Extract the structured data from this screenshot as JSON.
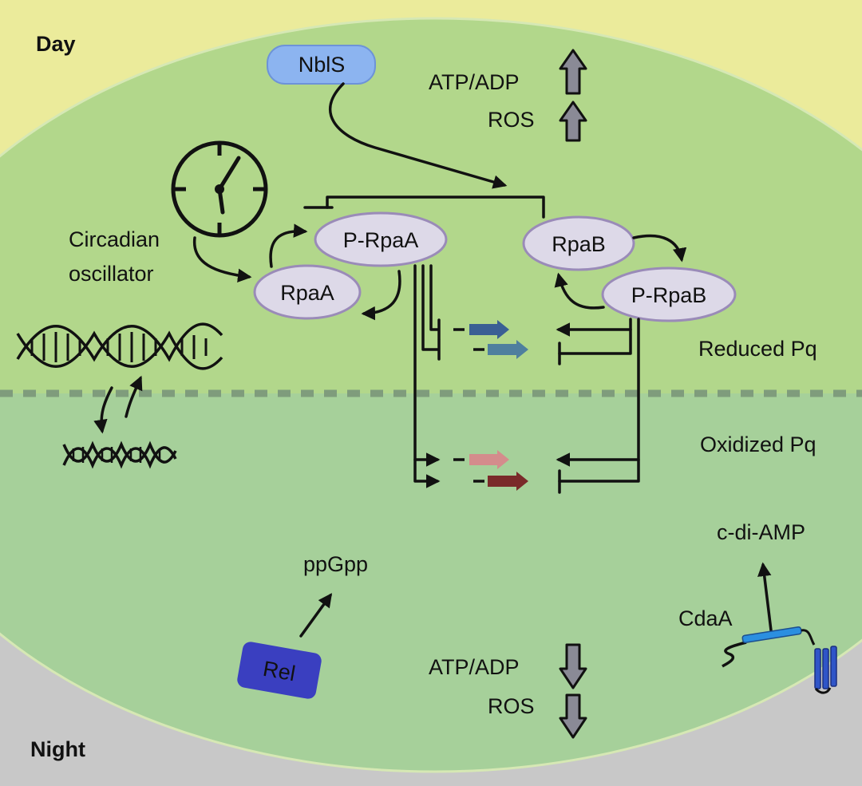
{
  "regions": {
    "day_label": "Day",
    "night_label": "Night",
    "reduced_label": "Reduced Pq",
    "oxidized_label": "Oxidized Pq"
  },
  "nodes": {
    "nbls": "NblS",
    "p_rpaa": "P-RpaA",
    "rpaa": "RpaA",
    "rpab": "RpaB",
    "p_rpab": "P-RpaB",
    "rel": "Rel"
  },
  "labels": {
    "circadian_line1": "Circadian",
    "circadian_line2": "oscillator",
    "atp_adp_day": "ATP/ADP",
    "ros_day": "ROS",
    "atp_adp_night": "ATP/ADP",
    "ros_night": "ROS",
    "ppgpp": "ppGpp",
    "cdaa": "CdaA",
    "c_di_amp": "c-di-AMP"
  },
  "colors": {
    "day_bg": "#ebeb9b",
    "night_bg": "#c8c8c8",
    "cell_top": "#b2d78b",
    "cell_bottom": "#a6d09a",
    "protein_fill": "#ddd9e8",
    "protein_stroke": "#9a8bb8",
    "nbls_fill": "#8cb4f0",
    "rel_fill": "#3a3fc0",
    "cdaa_helix": "#2b8fe0",
    "gene_blue_dark": "#3a5f94",
    "gene_blue_light": "#4f7f9e",
    "gene_pink": "#d48c8c",
    "gene_maroon": "#7a2a2a",
    "level_arrow": "#8a8a96"
  },
  "level_indicators": {
    "day": "up",
    "night": "down"
  },
  "icons": [
    "clock-icon",
    "dna-relaxed-icon",
    "dna-supercoiled-icon",
    "membrane-protein-icon"
  ]
}
